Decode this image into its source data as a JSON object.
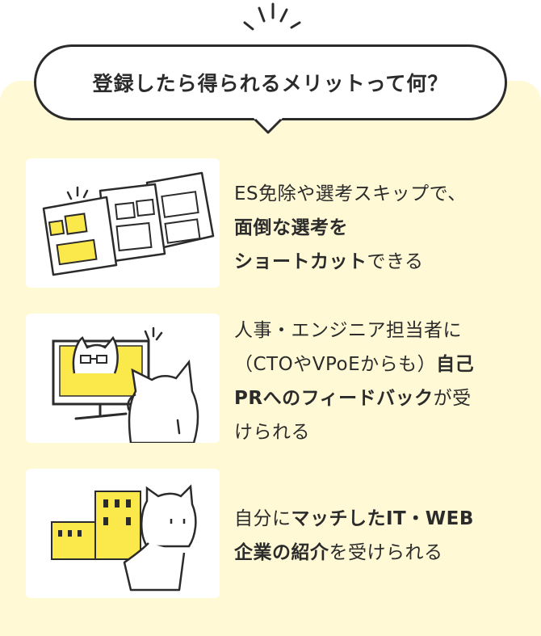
{
  "colors": {
    "panel": "#fff9d6",
    "accent": "#fbe84b",
    "ink": "#2b2b2b"
  },
  "header": {
    "title": "登録したら得られるメリットって何？"
  },
  "benefits": [
    {
      "icon": "document-form-icon",
      "lines": [
        [
          {
            "t": "ES免除や選考スキップで、",
            "b": false
          }
        ],
        [
          {
            "t": "面倒な選考を",
            "b": true
          }
        ],
        [
          {
            "t": "ショートカット",
            "b": true
          },
          {
            "t": "できる",
            "b": false
          }
        ]
      ]
    },
    {
      "icon": "video-chat-cat-icon",
      "lines": [
        [
          {
            "t": "人事・エンジニア担当者に",
            "b": false
          }
        ],
        [
          {
            "t": "（CTOやVPoEからも）",
            "b": false
          },
          {
            "t": "自己",
            "b": true
          }
        ],
        [
          {
            "t": "PRへのフィードバック",
            "b": true
          },
          {
            "t": "が受",
            "b": false
          }
        ],
        [
          {
            "t": "けられる",
            "b": false
          }
        ]
      ]
    },
    {
      "icon": "company-building-cat-icon",
      "lines": [
        [
          {
            "t": "自分に",
            "b": false
          },
          {
            "t": "マッチしたIT・WEB",
            "b": true
          }
        ],
        [
          {
            "t": "企業の紹介",
            "b": true
          },
          {
            "t": "を受けられる",
            "b": false
          }
        ]
      ]
    }
  ]
}
